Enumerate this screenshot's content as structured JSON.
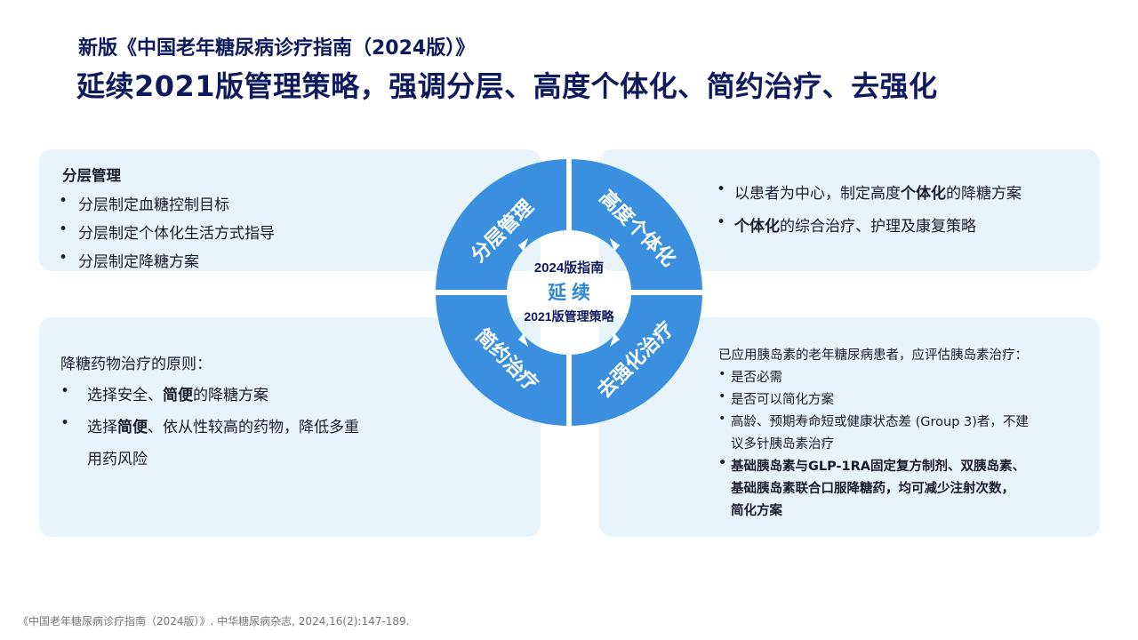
{
  "title": {
    "line1": "新版《中国老年糖尿病诊疗指南（2024版）》",
    "line2": "延续2021版管理策略，强调分层、高度个体化、简约治疗、去强化"
  },
  "top_left": {
    "heading": "分层管理",
    "items": [
      "分层制定血糖控制目标",
      "分层制定个体化生活方式指导",
      "分层制定降糖方案"
    ]
  },
  "top_right": {
    "item1": {
      "pre": "以患者为中心，制定高度",
      "bold": "个体化",
      "post": "的降糖方案"
    },
    "item2": {
      "bold": "个体化",
      "post": "的综合治疗、护理及康复策略"
    }
  },
  "bottom_left": {
    "intro": "降糖药物治疗的原则：",
    "item1": {
      "pre": "选择安全、",
      "bold": "简便",
      "post": "的降糖方案"
    },
    "item2": {
      "pre": "选择",
      "bold": "简便",
      "post": "、依从性较高的药物，降低多重"
    },
    "item2_cont": "用药风险"
  },
  "bottom_right": {
    "intro": "已应用胰岛素的老年糖尿病患者，应评估胰岛素治疗：",
    "items": [
      "是否必需",
      "是否可以简化方案",
      "高龄、预期寿命短或健康状态差 (Group 3)者，不建"
    ],
    "item3_cont": "议多针胰岛素治疗",
    "bold_lines": [
      "基础胰岛素与GLP-1RA固定复方制剂、双胰岛素、",
      "基础胰岛素联合口服降糖药，均可减少注射次数，",
      "简化方案"
    ]
  },
  "cycle": {
    "segments": [
      "分层管理",
      "高度个体化",
      "简约治疗",
      "去强化治疗"
    ],
    "center": [
      "2024版指南",
      "延 续",
      "2021版管理策略"
    ]
  },
  "footnote": "《中国老年糖尿病诊疗指南（2024版）》. 中华糖尿病杂志, 2024,16(2):147-189.",
  "colors": {
    "segment": "#3a8fde",
    "center_text": "#0d1b5e",
    "center_accent": "#2f86d6",
    "panel": "#e8f4fc"
  }
}
